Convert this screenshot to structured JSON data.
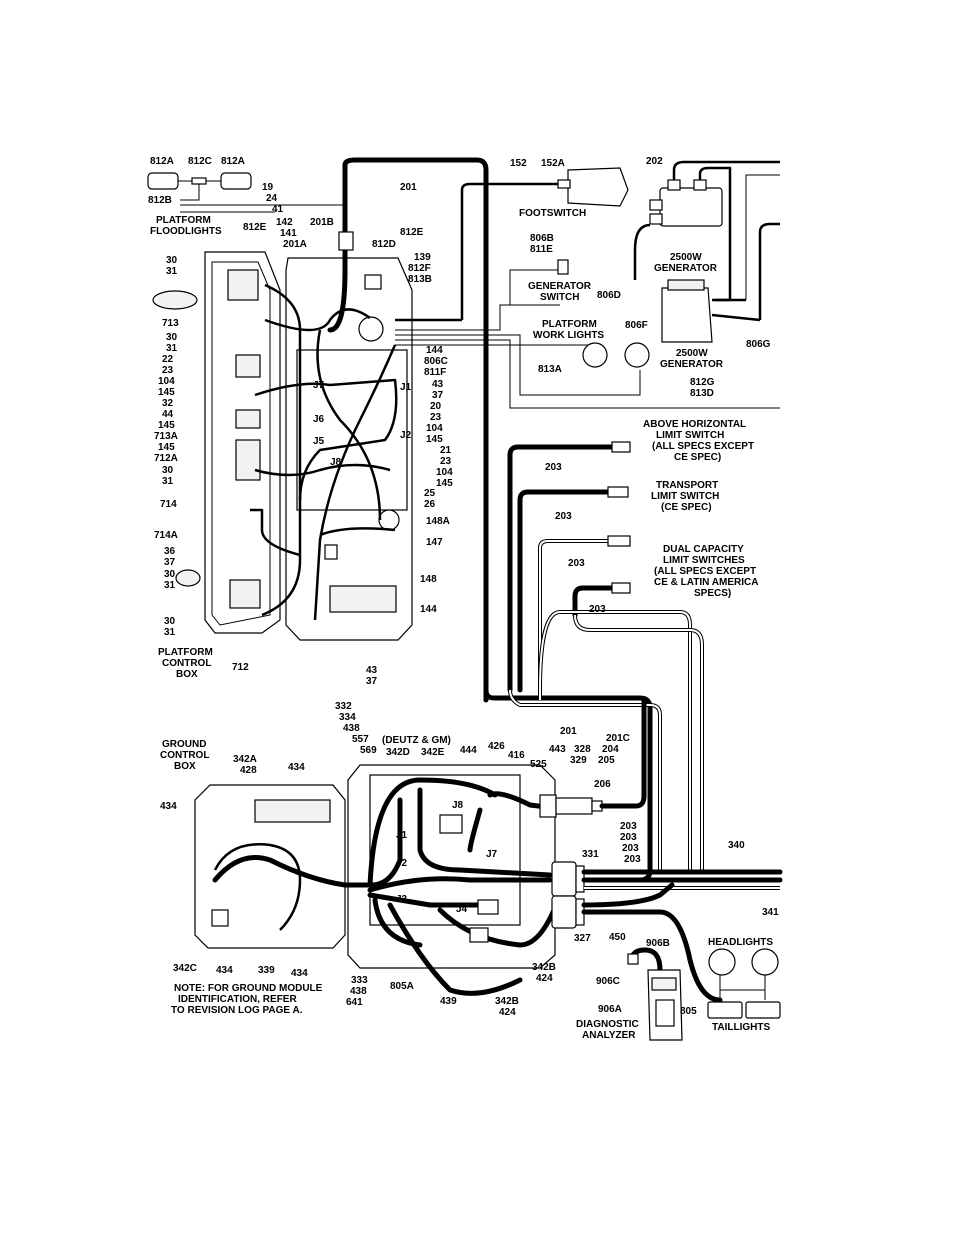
{
  "labels": {
    "l_812a_1": "812A",
    "l_812c": "812C",
    "l_812a_2": "812A",
    "l_812b": "812B",
    "l_19": "19",
    "l_24": "24",
    "l_41": "41",
    "pf_1": "PLATFORM",
    "pf_2": "FLOODLIGHTS",
    "l_812e_1": "812E",
    "l_142": "142",
    "l_141": "141",
    "l_201a": "201A",
    "l_201b": "201B",
    "l_812d": "812D",
    "l_812e_2": "812E",
    "l_201_top": "201",
    "l_152": "152",
    "l_152a": "152A",
    "footswitch": "FOOTSWITCH",
    "l_202": "202",
    "l_806b": "806B",
    "l_811e": "811E",
    "gs_1": "GENERATOR",
    "gs_2": "SWITCH",
    "gen1_1": "2500W",
    "gen1_2": "GENERATOR",
    "l_806d": "806D",
    "l_806f": "806F",
    "l_806g": "806G",
    "gen2_1": "2500W",
    "gen2_2": "GENERATOR",
    "l_139": "139",
    "l_812f": "812F",
    "l_813b": "813B",
    "pwl_1": "PLATFORM",
    "pwl_2": "WORK LIGHTS",
    "l_144_a": "144",
    "l_806c": "806C",
    "l_811f": "811F",
    "l_813a": "813A",
    "l_812g": "812G",
    "l_813d": "813D",
    "l_30_a": "30",
    "l_31_a": "31",
    "l_713": "713",
    "l_30_b": "30",
    "l_31_b": "31",
    "l_22": "22",
    "l_23_a": "23",
    "l_104_a": "104",
    "l_145_a": "145",
    "l_32": "32",
    "l_44": "44",
    "l_145_b": "145",
    "l_713a": "713A",
    "l_145_c": "145",
    "l_712a": "712A",
    "l_30_c": "30",
    "l_31_c": "31",
    "l_714": "714",
    "l_714a": "714A",
    "l_36": "36",
    "l_37_a": "37",
    "l_30_d": "30",
    "l_31_d": "31",
    "l_30_e": "30",
    "l_31_e": "31",
    "pcb_1": "PLATFORM",
    "pcb_2": "CONTROL",
    "pcb_3": "BOX",
    "l_712": "712",
    "j7": "J7",
    "j6": "J6",
    "j5": "J5",
    "j1": "J1",
    "j2": "J2",
    "j8": "J8",
    "l_43_a": "43",
    "l_37_b": "37",
    "l_20": "20",
    "l_23_b": "23",
    "l_104_b": "104",
    "l_145_d": "145",
    "l_21": "21",
    "l_23_c": "23",
    "l_104_c": "104",
    "l_145_e": "145",
    "l_25": "25",
    "l_26": "26",
    "l_148a": "148A",
    "l_147": "147",
    "l_148": "148",
    "l_144_b": "144",
    "l_43_b": "43",
    "l_37_c": "37",
    "ah_1": "ABOVE HORIZONTAL",
    "ah_2": "LIMIT SWITCH",
    "ah_3": "(ALL SPECS EXCEPT",
    "ah_4": "CE SPEC)",
    "l_203_a": "203",
    "tl_1": "TRANSPORT",
    "tl_2": "LIMIT SWITCH",
    "tl_3": "(CE SPEC)",
    "l_203_b": "203",
    "dc_1": "DUAL CAPACITY",
    "dc_2": "LIMIT SWITCHES",
    "dc_3": "(ALL SPECS EXCEPT",
    "dc_4": "CE & LATIN AMERICA",
    "dc_5": "SPECS)",
    "l_203_c": "203",
    "l_203_d": "203",
    "l_332": "332",
    "l_334": "334",
    "l_438_a": "438",
    "l_557": "557",
    "l_569": "569",
    "deutz": "(DEUTZ & GM)",
    "l_342d": "342D",
    "l_342e": "342E",
    "l_444": "444",
    "l_426": "426",
    "l_416": "416",
    "l_525": "525",
    "l_201_mid": "201",
    "l_443": "443",
    "l_328": "328",
    "l_329": "329",
    "l_201c": "201C",
    "l_204": "204",
    "l_205": "205",
    "l_206": "206",
    "gcb_1": "GROUND",
    "gcb_2": "CONTROL",
    "gcb_3": "BOX",
    "l_342a": "342A",
    "l_428": "428",
    "l_434_a": "434",
    "l_434_b": "434",
    "j8b": "J8",
    "j1b": "J1",
    "j2b": "J2",
    "j3b": "J3",
    "j4b": "J4",
    "j7b": "J7",
    "l_203_e": "203",
    "l_203_f": "203",
    "l_203_g": "203",
    "l_203_h": "203",
    "l_331": "331",
    "l_340": "340",
    "l_341": "341",
    "l_327": "327",
    "l_342c": "342C",
    "l_434_c": "434",
    "l_339": "339",
    "l_434_d": "434",
    "l_333": "333",
    "l_438_b": "438",
    "l_641": "641",
    "l_805a": "805A",
    "l_439": "439",
    "l_342b_1": "342B",
    "l_424_1": "424",
    "l_342b_2": "342B",
    "l_424_2": "424",
    "l_450": "450",
    "l_906b": "906B",
    "l_906c": "906C",
    "l_906a": "906A",
    "da_1": "DIAGNOSTIC",
    "da_2": "ANALYZER",
    "headlights": "HEADLIGHTS",
    "taillights": "TAILLIGHTS",
    "l_805": "805",
    "note_1": "NOTE: FOR GROUND MODULE",
    "note_2": "IDENTIFICATION, REFER",
    "note_3": "TO REVISION LOG PAGE A."
  }
}
